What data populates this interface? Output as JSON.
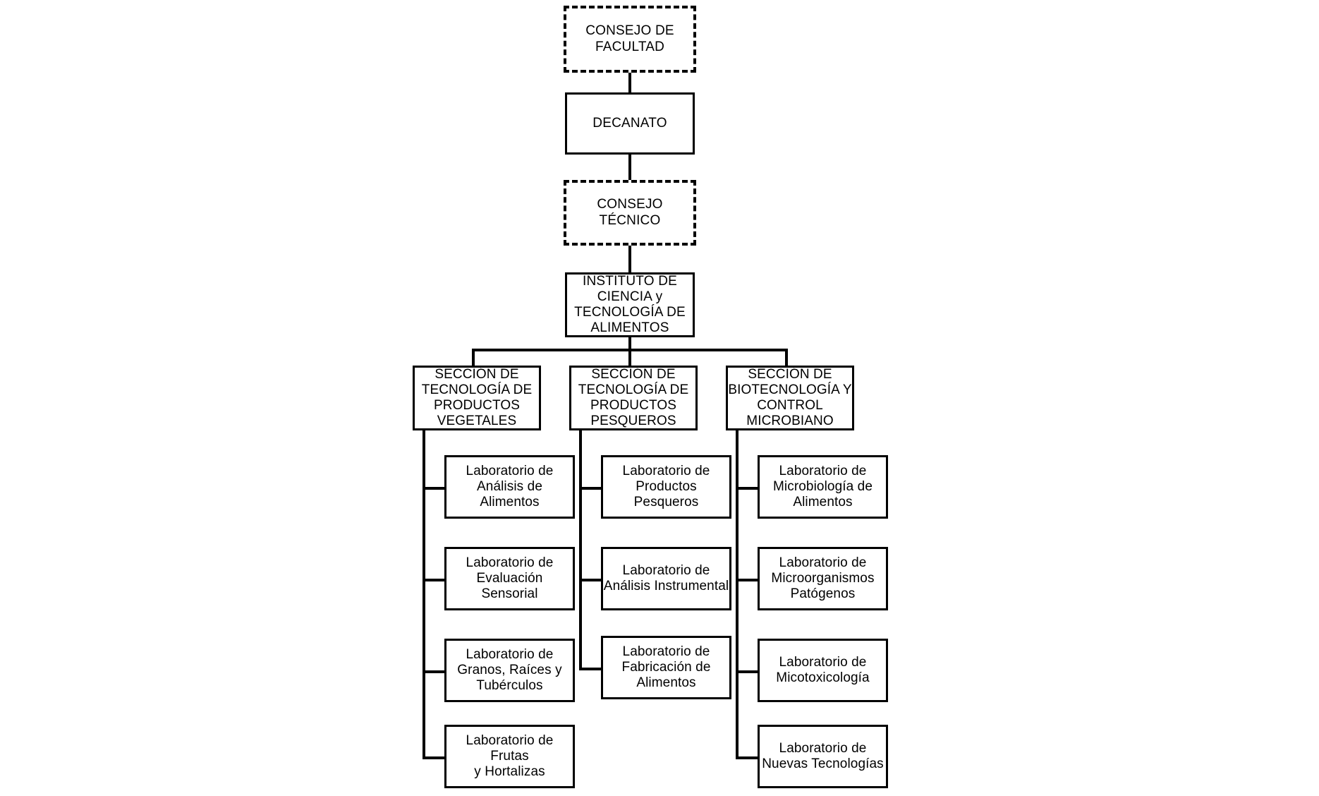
{
  "diagram": {
    "title": "Organigrama del Instituto de Ciencia y Tecnologia de Alimentos",
    "type": "organizational-chart",
    "line_color": "#000000",
    "background_color": "#ffffff",
    "text_color": "#000000"
  },
  "top": {
    "consejo_facultad": "CONSEJO DE\nFACULTAD",
    "decanato": "DECANATO",
    "consejo_tecnico": "CONSEJO TÉCNICO",
    "instituto": "INSTITUTO DE\nCIENCIA y\nTECNOLOGÍA DE\nALIMENTOS"
  },
  "sections": [
    {
      "label": "SECCIÓN DE\nTECNOLOGÍA DE\nPRODUCTOS\nVEGETALES",
      "labs": [
        "Laboratorio de\nAnálisis de Alimentos",
        "Laboratorio de\nEvaluación Sensorial",
        "Laboratorio de\nGranos, Raíces y\nTubérculos",
        "Laboratorio de Frutas\ny Hortalizas"
      ]
    },
    {
      "label": "SECCIÓN DE\nTECNOLOGÍA DE\nPRODUCTOS\nPESQUEROS",
      "labs": [
        "Laboratorio de\nProductos Pesqueros",
        "Laboratorio de\nAnálisis Instrumental",
        "Laboratorio de\nFabricación de\nAlimentos"
      ]
    },
    {
      "label": "SECCIÓN DE\nBIOTECNOLOGÍA Y\nCONTROL\nMICROBIANO",
      "labs": [
        "Laboratorio de\nMicrobiología de\nAlimentos",
        "Laboratorio de\nMicroorganismos\nPatógenos",
        "Laboratorio de\nMicotoxicología",
        "Laboratorio de\nNuevas Tecnologías"
      ]
    }
  ]
}
